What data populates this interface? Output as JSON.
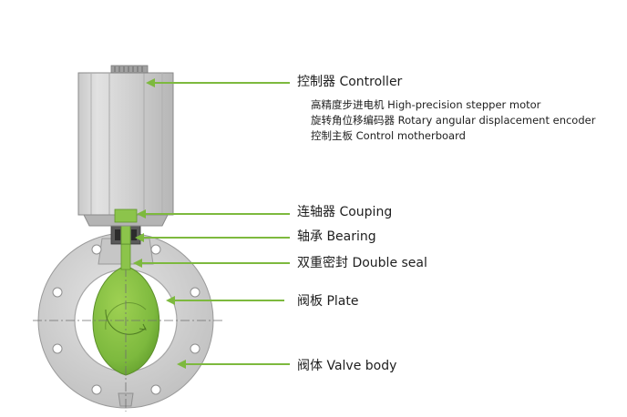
{
  "colors": {
    "accent_green": "#7DB93E",
    "metal_light": "#D6D6D6",
    "metal_mid": "#BDBDBD",
    "metal_dark": "#8E8E8E",
    "centerline": "#6F6F6F"
  },
  "labels": {
    "controller": "控制器 Controller",
    "controller_items": [
      "高精度步进电机 High-precision stepper motor",
      "旋转角位移编码器  Rotary angular displacement encoder",
      "控制主板  Control motherboard"
    ],
    "coupling": "连轴器 Couping",
    "bearing": "轴承 Bearing",
    "double_seal": "双重密封 Double seal",
    "plate": "阀板 Plate",
    "valve_body": "阀体 Valve body"
  }
}
